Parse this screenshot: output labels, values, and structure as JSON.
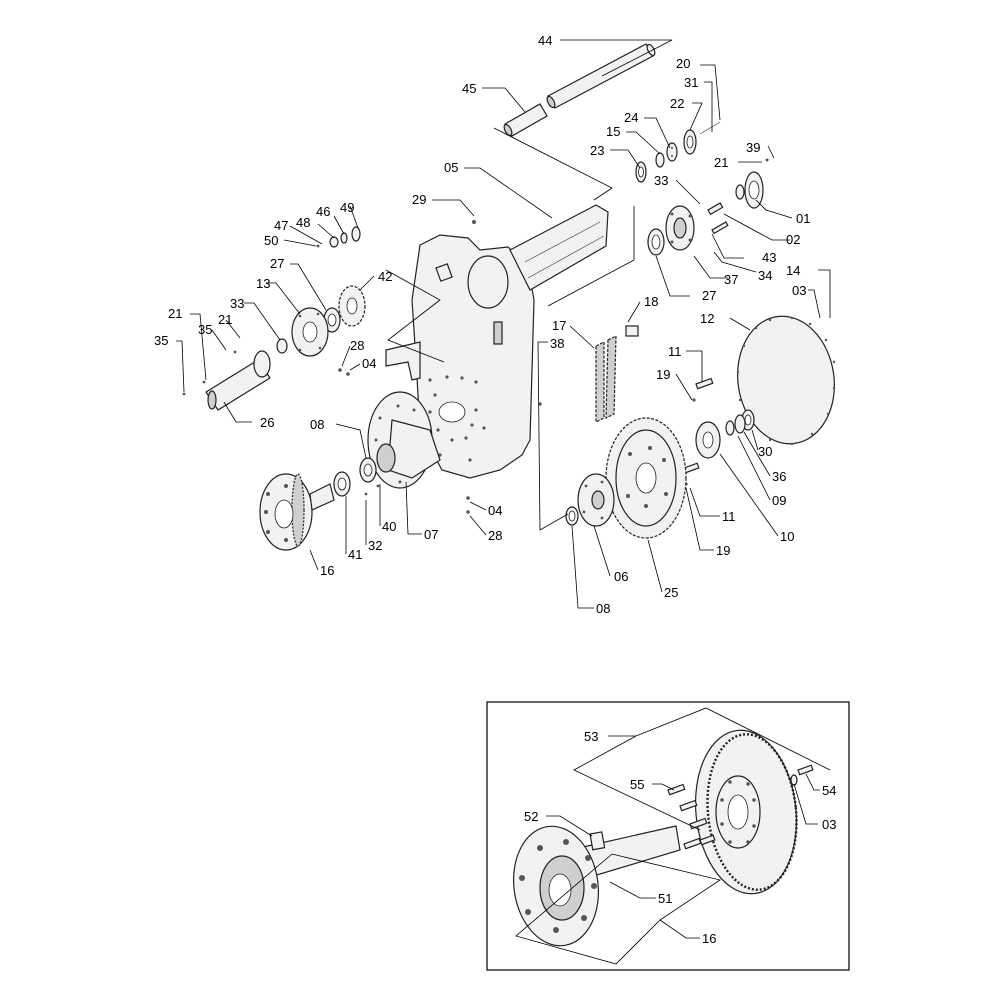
{
  "callouts": {
    "c44": "44",
    "c45": "45",
    "c20": "20",
    "c31": "31",
    "c22": "22",
    "c24": "24",
    "c15": "15",
    "c23": "23",
    "c39": "39",
    "c21a": "21",
    "c33a": "33",
    "c01": "01",
    "c02": "02",
    "c43": "43",
    "c37": "37",
    "c34": "34",
    "c27a": "27",
    "c05": "05",
    "c29": "29",
    "c49": "49",
    "c46": "46",
    "c48": "48",
    "c47": "47",
    "c50": "50",
    "c27b": "27",
    "c42": "42",
    "c13": "13",
    "c33b": "33",
    "c21b": "21",
    "c35a": "35",
    "c21c": "21",
    "c35b": "35",
    "c26": "26",
    "c28a": "28",
    "c04a": "04",
    "c18": "18",
    "c17": "17",
    "c38": "38",
    "c14": "14",
    "c03a": "03",
    "c12": "12",
    "c11a": "11",
    "c19a": "19",
    "c08a": "08",
    "c30": "30",
    "c36": "36",
    "c09": "09",
    "c11b": "11",
    "c10": "10",
    "c19b": "19",
    "c04b": "04",
    "c28b": "28",
    "c07": "07",
    "c40": "40",
    "c32": "32",
    "c41": "41",
    "c16a": "16",
    "c06": "06",
    "c25": "25",
    "c08b": "08",
    "c53": "53",
    "c55": "55",
    "c54": "54",
    "c03b": "03",
    "c52": "52",
    "c51": "51",
    "c16b": "16"
  }
}
